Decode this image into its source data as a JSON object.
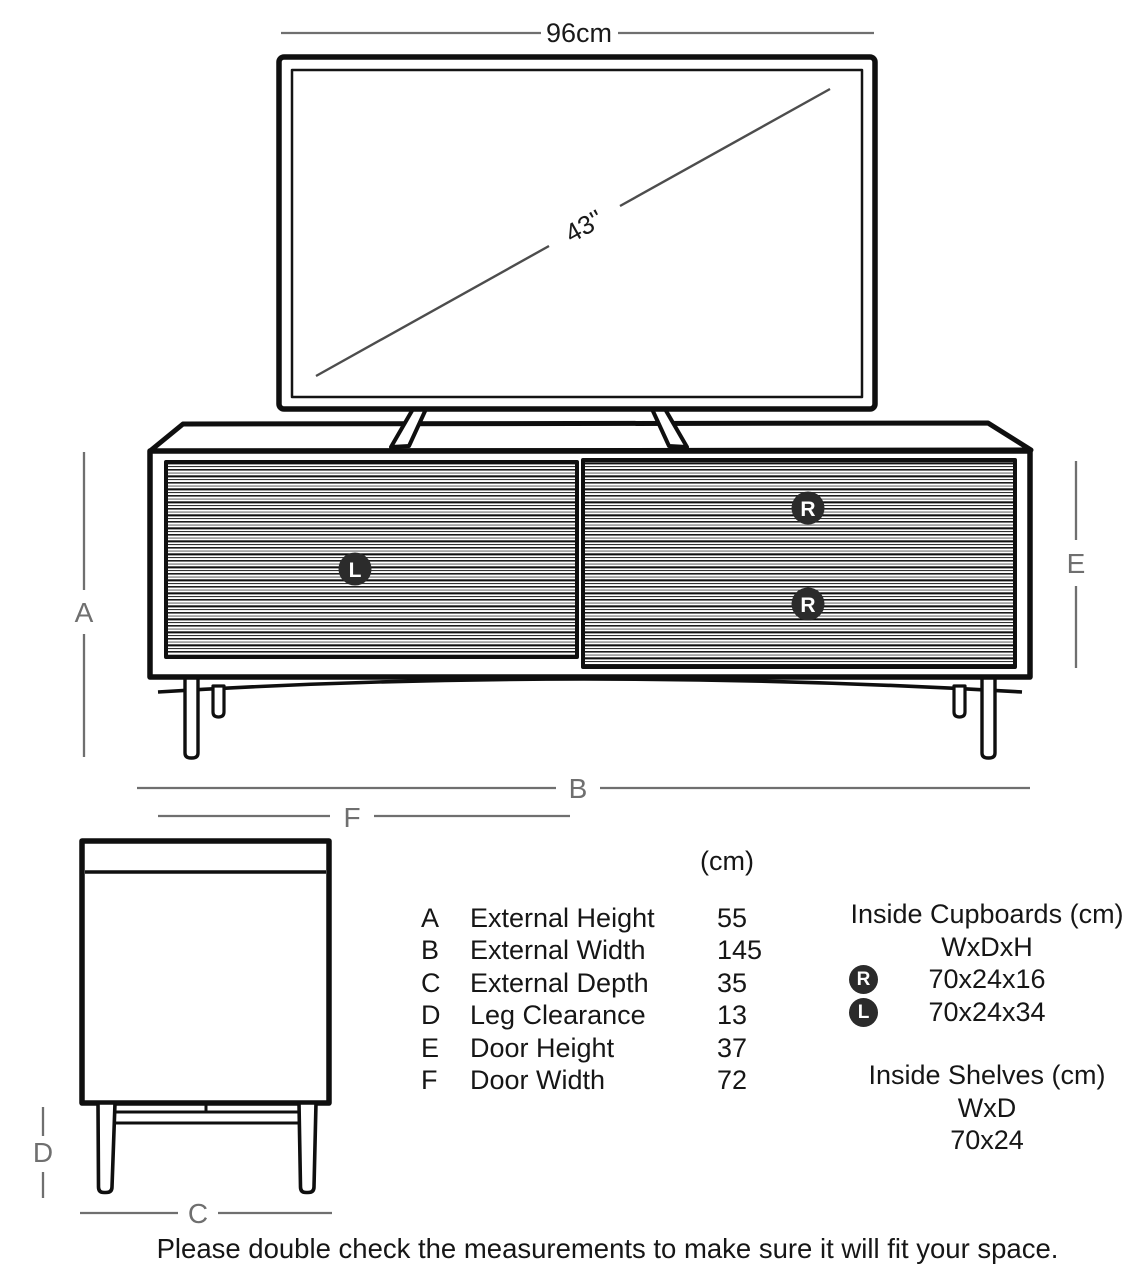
{
  "tv": {
    "width_label": "96cm",
    "diagonal_label": "43''"
  },
  "dim_letters": {
    "A": "A",
    "B": "B",
    "C": "C",
    "D": "D",
    "E": "E",
    "F": "F"
  },
  "badges": {
    "left_door": "L",
    "right_cupboard_top": "R",
    "right_cupboard_bottom": "R"
  },
  "dimensions_table": {
    "unit_header": "(cm)",
    "rows": [
      {
        "letter": "A",
        "label": "External Height",
        "value": "55"
      },
      {
        "letter": "B",
        "label": "External Width",
        "value": "145"
      },
      {
        "letter": "C",
        "label": "External Depth",
        "value": "35"
      },
      {
        "letter": "D",
        "label": "Leg Clearance",
        "value": "13"
      },
      {
        "letter": "E",
        "label": "Door Height",
        "value": "37"
      },
      {
        "letter": "F",
        "label": "Door Width",
        "value": "72"
      }
    ]
  },
  "inside_cupboards": {
    "title": "Inside Cupboards (cm)",
    "size_format": "WxDxH",
    "rows": [
      {
        "badge": "R",
        "value": "70x24x16"
      },
      {
        "badge": "L",
        "value": "70x24x34"
      }
    ]
  },
  "inside_shelves": {
    "title": "Inside Shelves (cm)",
    "size_format": "WxD",
    "value": "70x24"
  },
  "footer_note": "Please double check the measurements to make sure it will fit your space.",
  "colors": {
    "outline": "#0f0f0f",
    "dimension_gray": "#6f6f6f",
    "badge_fill": "#2b2b2b",
    "text": "#161616"
  }
}
